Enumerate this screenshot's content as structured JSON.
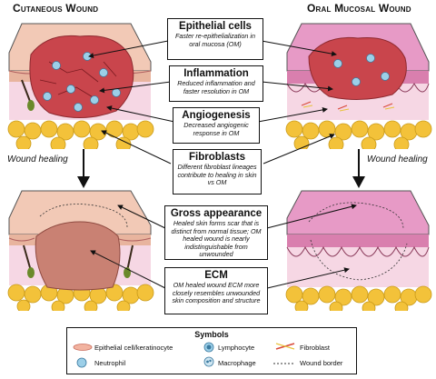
{
  "headings": {
    "left": "Cutaneous Wound",
    "right": "Oral Mucosal Wound"
  },
  "wound_healing": {
    "left": "Wound healing",
    "right": "Wound healing"
  },
  "boxes": [
    {
      "title": "Epithelial cells",
      "desc": "Faster re-epithelialization in oral mucosa (OM)"
    },
    {
      "title": "Inflammation",
      "desc": "Reduced inflammation and faster resolution in OM"
    },
    {
      "title": "Angiogenesis",
      "desc": "Decreased angiogenic response in OM"
    },
    {
      "title": "Fibroblasts",
      "desc": "Different fibroblast lineages contribute to healing in skin vs OM"
    },
    {
      "title": "Gross appearance",
      "desc": "Healed skin forms scar that is distinct from normal tissue; OM healed wound is nearly indistinguishable from unwounded"
    },
    {
      "title": "ECM",
      "desc": "OM healed wound ECM more closely resembles unwounded skin composition and structure"
    }
  ],
  "legend": {
    "title": "Symbols",
    "items": [
      {
        "label": "Epithelial cell/keratinocyte",
        "icon": "keratinocyte-icon"
      },
      {
        "label": "Neutrophil",
        "icon": "neutrophil-icon"
      },
      {
        "label": "Lymphocyte",
        "icon": "lymphocyte-icon"
      },
      {
        "label": "Macrophage",
        "icon": "macrophage-icon"
      },
      {
        "label": "Fibroblast",
        "icon": "fibroblast-icon"
      },
      {
        "label": "Wound border",
        "icon": "wound-border-icon"
      }
    ]
  },
  "colors": {
    "skin_surface": "#f2c9b6",
    "oral_surface": "#e79ac6",
    "wound_red": "#c9454c",
    "fat_yellow": "#f3c23a",
    "dermis_pink": "#f6d7e4",
    "scar": "#c98173"
  }
}
